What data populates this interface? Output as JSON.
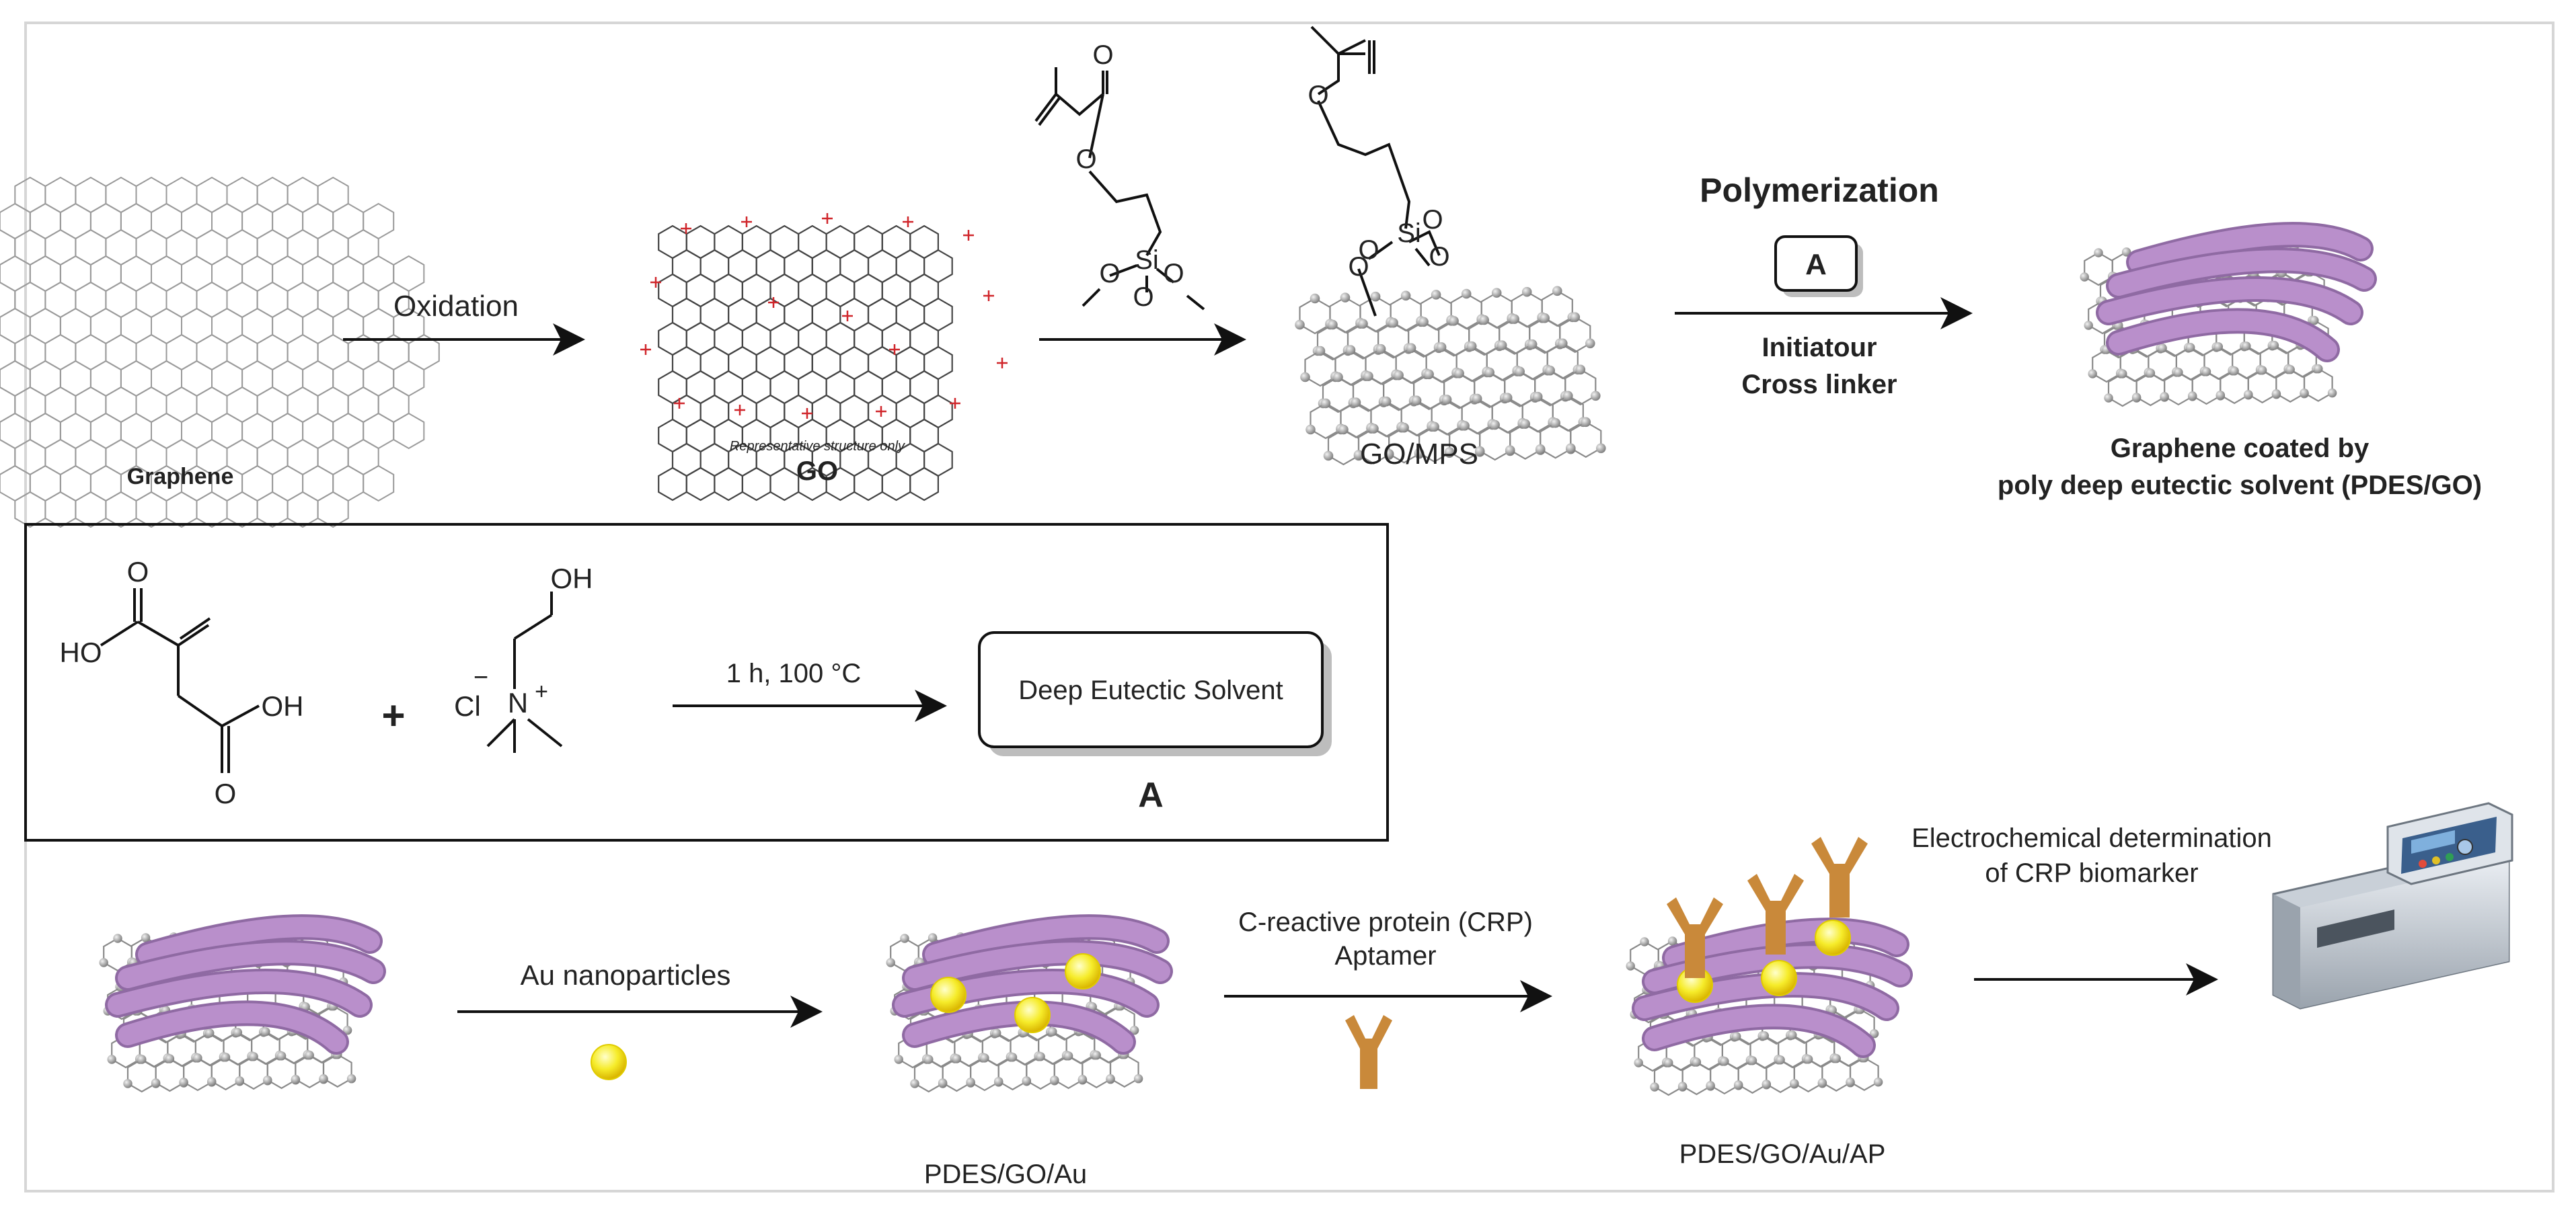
{
  "top_row": {
    "graphene_label": "Graphene",
    "oxidation_label": "Oxidation",
    "go_note": "Representative structure only",
    "go_label": "GO",
    "gomps_label": "GO/MPS",
    "polymerization_title": "Polymerization",
    "reagent_box_label": "A",
    "initiator_label": "Initiatour",
    "crosslinker_label": "Cross linker",
    "product_line1": "Graphene coated by",
    "product_line2": "poly deep eutectic solvent (PDES/GO)"
  },
  "des_box": {
    "condition_text": "1 h, 100 °C",
    "product_label": "Deep Eutectic Solvent",
    "product_code": "A",
    "plus_sign": "+",
    "itaconic_labels": [
      "O",
      "HO",
      "OH",
      "O"
    ],
    "choline_labels": [
      "OH",
      "Cl",
      "−",
      "N",
      "+"
    ]
  },
  "bottom_row": {
    "au_label": "Au nanoparticles",
    "crp_line1": "C-reactive protein (CRP)",
    "crp_line2": "Aptamer",
    "pdes_go_au_label": "PDES/GO/Au",
    "pdes_go_au_ap_label": "PDES/GO/Au/AP",
    "detect_line1": "Electrochemical determination",
    "detect_line2": "of CRP biomarker"
  },
  "mps_labels": [
    "O",
    "O",
    "Si",
    "O",
    "O",
    "O"
  ],
  "gomps_mps_labels": [
    "O",
    "O",
    "O",
    "Si",
    "O",
    "O"
  ],
  "colors": {
    "polymer": "#b98fcb",
    "polymer_edge": "#8f6aa3",
    "gold": "#f4ea1c",
    "aptamer": "#c9893a",
    "carbon_atom": "#9a9a9a",
    "frame": "#d6d6d6",
    "oxygen_groups": "#d0262b"
  }
}
